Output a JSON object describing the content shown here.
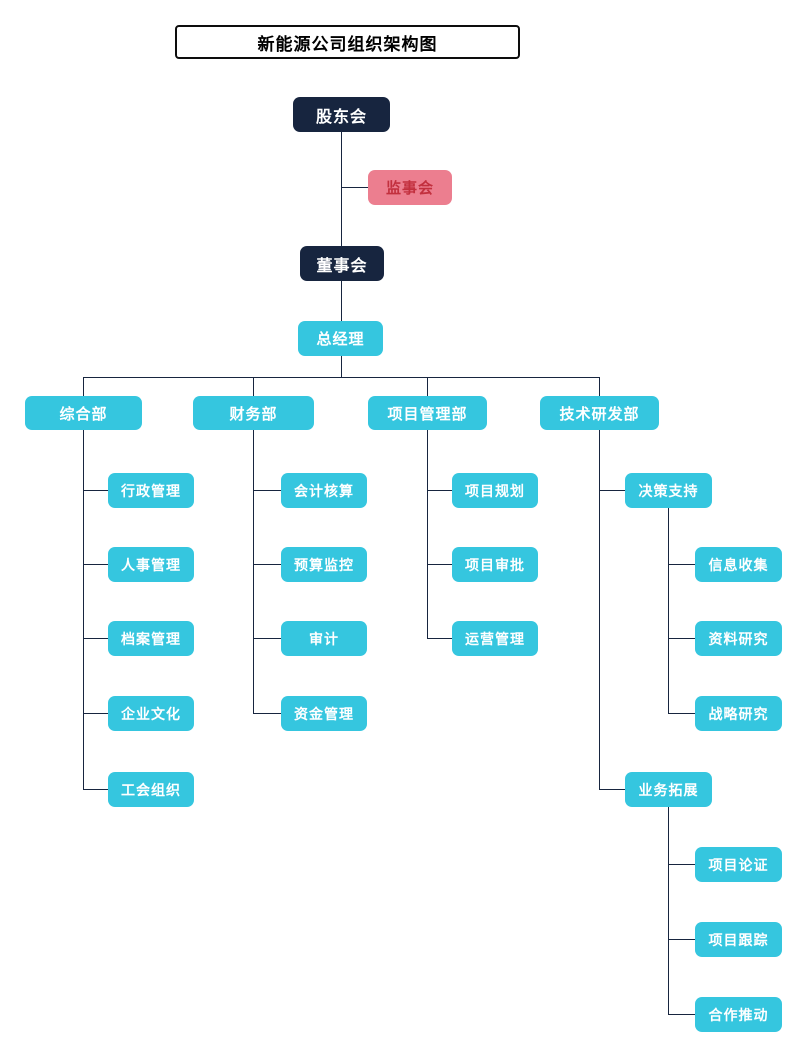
{
  "title": "新能源公司组织架构图",
  "hierarchy": {
    "shareholders": "股东会",
    "supervisory_board": "监事会",
    "board_of_directors": "董事会",
    "general_manager": "总经理"
  },
  "departments": [
    {
      "label": "综合部",
      "children": [
        "行政管理",
        "人事管理",
        "档案管理",
        "企业文化",
        "工会组织"
      ]
    },
    {
      "label": "财务部",
      "children": [
        "会计核算",
        "预算监控",
        "审计",
        "资金管理"
      ]
    },
    {
      "label": "项目管理部",
      "children": [
        "项目规划",
        "项目审批",
        "运营管理"
      ]
    },
    {
      "label": "技术研发部",
      "children": [
        {
          "label": "决策支持",
          "children": [
            "信息收集",
            "资料研究",
            "战略研究"
          ]
        },
        {
          "label": "业务拓展",
          "children": [
            "项目论证",
            "项目跟踪",
            "合作推动"
          ]
        }
      ]
    }
  ],
  "colors": {
    "dark_node": "#17253F",
    "cyan_node": "#35C6DF",
    "pink_node": "#EC7E8F",
    "pink_text": "#C2303E",
    "connector": "#17253F",
    "title_border": "#0D0D0D"
  }
}
